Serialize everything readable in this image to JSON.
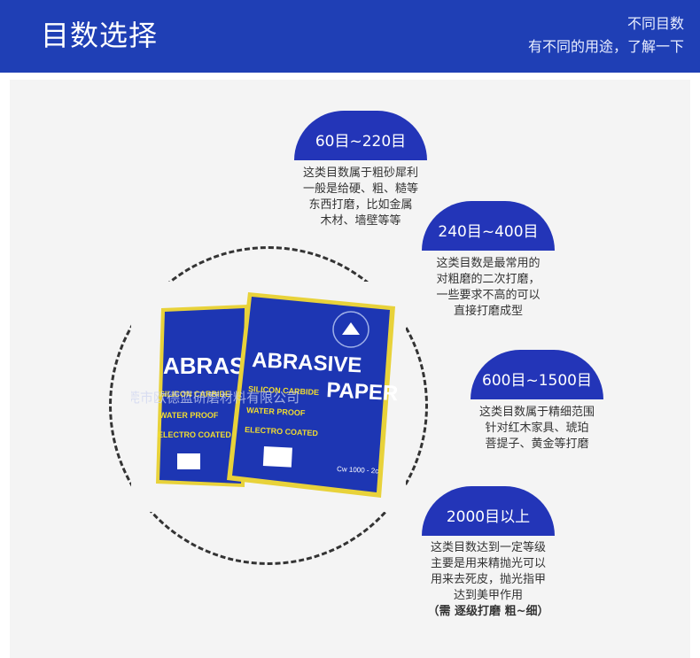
{
  "header": {
    "title": "目数选择",
    "subtitle_line1": "不同目数",
    "subtitle_line2": "有不同的用途，了解一下"
  },
  "product": {
    "brand_lines": [
      "ABRASIVE",
      "PAPER"
    ],
    "back_brand": "ABRASIVE",
    "specs": [
      "SILICON CARBIDE",
      "WATER PROOF",
      "ELECTRO COATED"
    ],
    "grit_code": "Cw 1000 - 2c",
    "watermark": "东莞市欧德蓝研磨材料有限公司"
  },
  "grades": [
    {
      "range": "60目~220目",
      "lines": [
        "这类目数属于粗砂犀利",
        "一般是给硬、粗、糙等",
        "东西打磨，比如金属",
        "木材、墙壁等等"
      ]
    },
    {
      "range": "240目~400目",
      "lines": [
        "这类目数是最常用的",
        "对粗磨的二次打磨，",
        "一些要求不高的可以",
        "直接打磨成型"
      ]
    },
    {
      "range": "600目~1500目",
      "lines": [
        "这类目数属于精细范围",
        "针对红木家具、琥珀",
        "菩提子、黄金等打磨"
      ]
    },
    {
      "range": "2000目以上",
      "lines": [
        "这类目数达到一定等级",
        "主要是用来精抛光可以",
        "用来去死皮，抛光指甲",
        "达到美甲作用"
      ],
      "note": "（需 逐级打磨 粗~细）"
    }
  ],
  "colors": {
    "brand_blue": "#1f3fb5",
    "paper_blue": "#1d36b3",
    "paper_yellow": "#e8d23a"
  }
}
